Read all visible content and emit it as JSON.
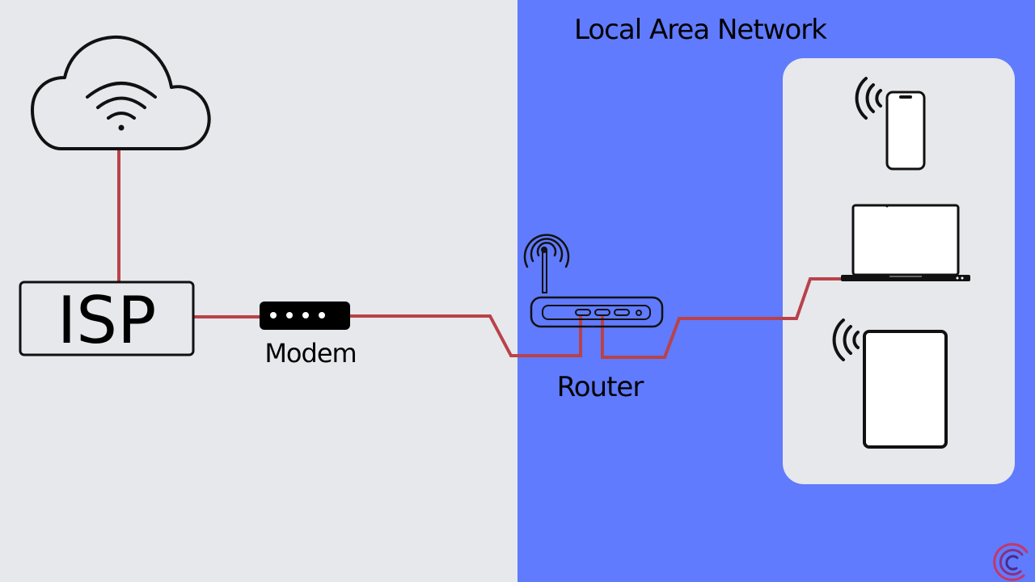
{
  "colors": {
    "wan_bg": "#e7e8ec",
    "lan_bg": "#607bfd",
    "device_panel": "#e7e8ec",
    "cable": "#b9424a"
  },
  "lan": {
    "title": "Local Area Network"
  },
  "nodes": {
    "internet": {
      "icon": "cloud-wifi-icon"
    },
    "isp": {
      "label": "ISP"
    },
    "modem": {
      "label": "Modem"
    },
    "router": {
      "label": "Router"
    },
    "devices": [
      {
        "icon": "smartphone-icon"
      },
      {
        "icon": "laptop-icon"
      },
      {
        "icon": "tablet-icon"
      }
    ]
  },
  "logo": {
    "icon": "brand-logo-icon"
  }
}
